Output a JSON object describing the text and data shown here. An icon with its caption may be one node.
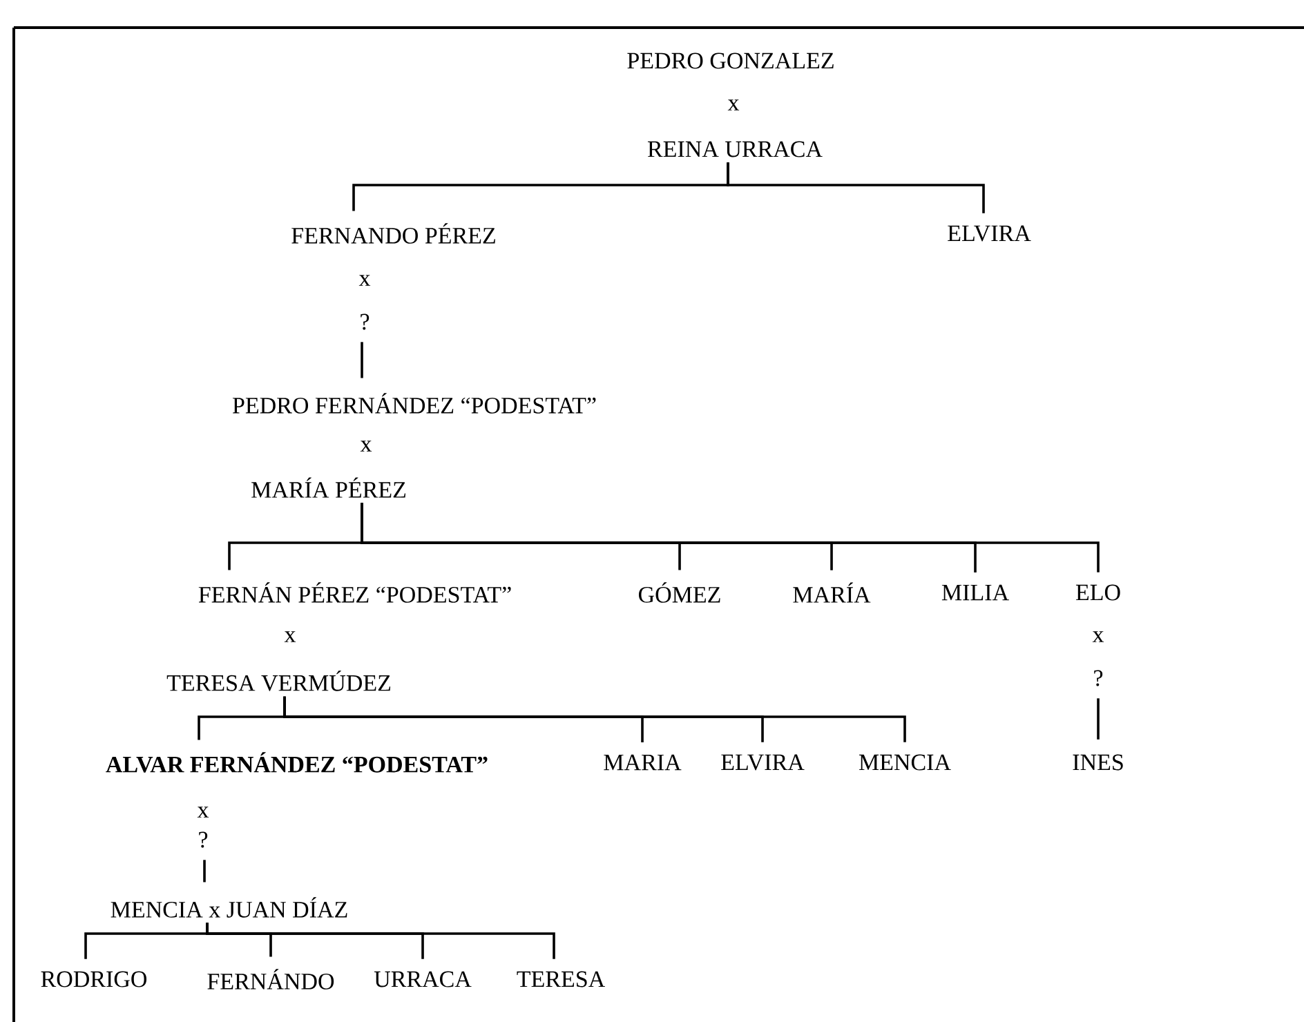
{
  "diagram": {
    "nodes": [
      {
        "text": [
          "PEDRO GONZALEZ",
          "x",
          "REINA URRACA"
        ]
      },
      {
        "text": [
          "FERNANDO PÉREZ",
          "x",
          "?"
        ]
      },
      {
        "text": [
          "ELVIRA"
        ]
      },
      {
        "text": [
          "PEDRO FERNÁNDEZ “PODESTAT”",
          "x",
          "MARÍA PÉREZ"
        ]
      },
      {
        "text": [
          "FERNÁN PÉREZ “PODESTAT”",
          "x",
          "TERESA VERMÚDEZ"
        ]
      },
      {
        "text": [
          "GÓMEZ"
        ]
      },
      {
        "text": [
          "MARÍA"
        ]
      },
      {
        "text": [
          "MILIA"
        ]
      },
      {
        "text": [
          "ELO",
          "x",
          "?"
        ]
      },
      {
        "text": [
          "ALVAR FERNÁNDEZ “PODESTAT”",
          "x",
          "?"
        ]
      },
      {
        "text": [
          "MARIA"
        ]
      },
      {
        "text": [
          "ELVIRA"
        ]
      },
      {
        "text": [
          "MENCIA"
        ]
      },
      {
        "text": [
          "INES"
        ]
      },
      {
        "text": [
          "MENCIA x JUAN DÍAZ"
        ]
      },
      {
        "text": [
          "RODRIGO"
        ]
      },
      {
        "text": [
          "FERNÁNDO"
        ]
      },
      {
        "text": [
          "URRACA"
        ]
      },
      {
        "text": [
          "TERESA"
        ]
      }
    ],
    "edges": [
      {
        "from": 0,
        "to": 1,
        "arrow": "none"
      },
      {
        "from": 0,
        "to": 2,
        "arrow": "none"
      },
      {
        "from": 1,
        "to": 3,
        "arrow": "none"
      },
      {
        "from": 3,
        "to": 4,
        "arrow": "none"
      },
      {
        "from": 3,
        "to": 5,
        "arrow": "none"
      },
      {
        "from": 3,
        "to": 6,
        "arrow": "none"
      },
      {
        "from": 3,
        "to": 7,
        "arrow": "none"
      },
      {
        "from": 3,
        "to": 8,
        "arrow": "none"
      },
      {
        "from": 4,
        "to": 9,
        "arrow": "none"
      },
      {
        "from": 4,
        "to": 10,
        "arrow": "none"
      },
      {
        "from": 4,
        "to": 11,
        "arrow": "none"
      },
      {
        "from": 4,
        "to": 12,
        "arrow": "none"
      },
      {
        "from": 8,
        "to": 13,
        "arrow": "none"
      },
      {
        "from": 9,
        "to": 14,
        "arrow": "none"
      },
      {
        "from": 14,
        "to": 15,
        "arrow": "none"
      },
      {
        "from": 14,
        "to": 16,
        "arrow": "none"
      },
      {
        "from": 14,
        "to": 17,
        "arrow": "none"
      },
      {
        "from": 14,
        "to": 18,
        "arrow": "none"
      }
    ]
  }
}
